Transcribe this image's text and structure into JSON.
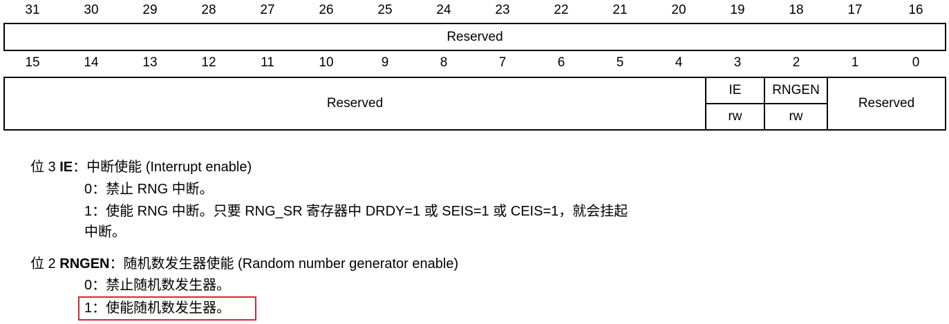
{
  "upper_bit_numbers": [
    "31",
    "30",
    "29",
    "28",
    "27",
    "26",
    "25",
    "24",
    "23",
    "22",
    "21",
    "20",
    "19",
    "18",
    "17",
    "16"
  ],
  "lower_bit_numbers": [
    "15",
    "14",
    "13",
    "12",
    "11",
    "10",
    "9",
    "8",
    "7",
    "6",
    "5",
    "4",
    "3",
    "2",
    "1",
    "0"
  ],
  "upper_field": "Reserved",
  "lower_fields": {
    "reserved_high": "Reserved",
    "ie_name": "IE",
    "ie_access": "rw",
    "rngen_name": "RNGEN",
    "rngen_access": "rw",
    "reserved_low": "Reserved"
  },
  "bit3": {
    "prefix": "位 3",
    "name": "IE",
    "title": "：中断使能 (Interrupt enable)",
    "line0": "0：禁止 RNG 中断。",
    "line1": "1：使能 RNG 中断。只要 RNG_SR 寄存器中 DRDY=1 或 SEIS=1 或 CEIS=1，就会挂起",
    "line1_cont": "中断。"
  },
  "bit2": {
    "prefix": "位 2",
    "name": "RNGEN",
    "title": "：随机数发生器使能 (Random number generator enable)",
    "line0": "0：禁止随机数发生器。",
    "line1": "1：使能随机数发生器。"
  },
  "highlight_color": "#d0282e"
}
